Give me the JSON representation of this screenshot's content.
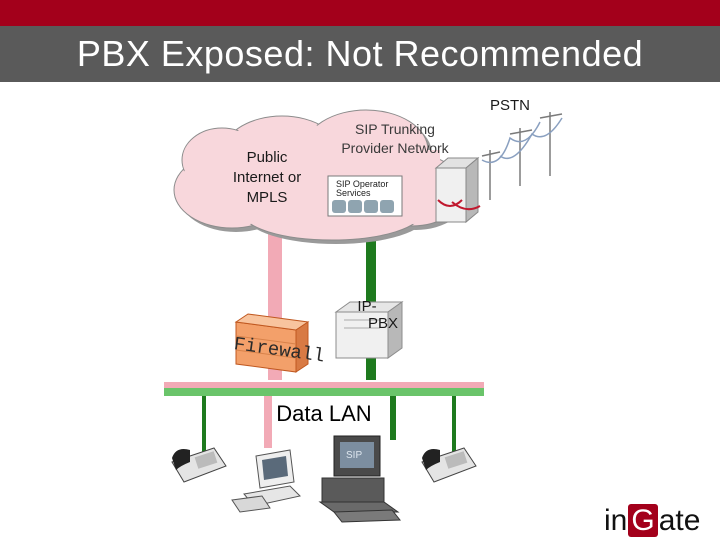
{
  "title": "PBX Exposed: Not Recommended",
  "labels": {
    "pstn": "PSTN",
    "internet_line1": "Public",
    "internet_line2": "Internet or",
    "internet_line3": "MPLS",
    "sip_line1": "SIP Trunking",
    "sip_line2": "Provider Network",
    "sip_operator_line1": "SIP Operator",
    "sip_operator_line2": "Services",
    "firewall": "Firewall",
    "ipbx_line1": "IP-",
    "ipbx_line2": "PBX",
    "data_lan": "Data LAN",
    "monitor_sip": "SIP"
  },
  "logo": {
    "part1": "in",
    "part2": "G",
    "part3": "ate"
  },
  "colors": {
    "top_bar": "#a3001b",
    "title_bar": "#5a5a5a",
    "unsecured_link": "#f2aab6",
    "trunk_link": "#1e7a1e",
    "lan_bus_green": "#6ac46a",
    "lan_bus_pink": "#f2aab6"
  }
}
